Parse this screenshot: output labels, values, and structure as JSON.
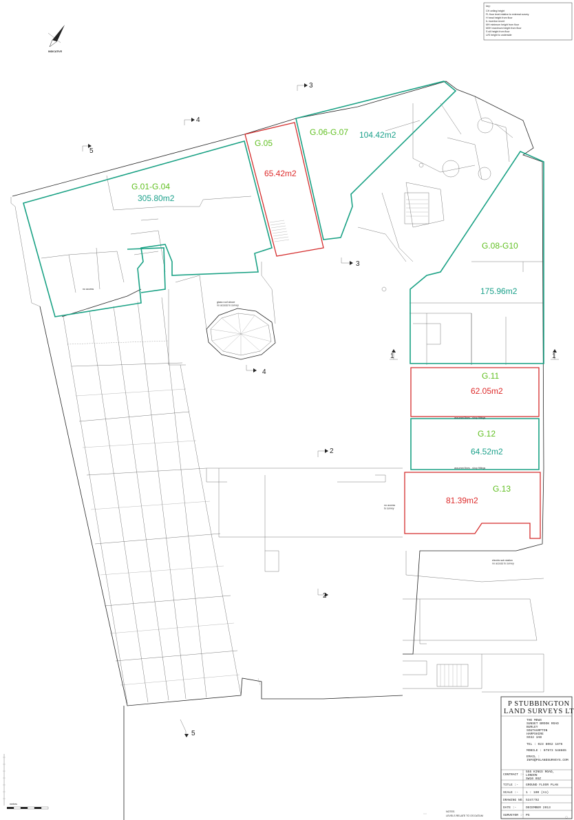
{
  "units": [
    {
      "id": "g01",
      "name": "G.01-G.04",
      "area": "305.80m2",
      "area_color": "green"
    },
    {
      "id": "g05",
      "name": "G.05",
      "area": "65.42m2",
      "area_color": "red"
    },
    {
      "id": "g06",
      "name": "G.06-G.07",
      "area": "104.42m2",
      "area_color": "green"
    },
    {
      "id": "g08",
      "name": "G.08-G10",
      "area": "175.96m2",
      "area_color": "green"
    },
    {
      "id": "g11",
      "name": "G.11",
      "area": "62.05m2",
      "area_color": "red"
    },
    {
      "id": "g12",
      "name": "G.12",
      "area": "64.52m2",
      "area_color": "green"
    },
    {
      "id": "g13",
      "name": "G.13",
      "area": "81.39m2",
      "area_color": "red"
    }
  ],
  "section_markers": [
    "3",
    "4",
    "5",
    "3",
    "4",
    "2",
    "2",
    "1",
    "1",
    "5"
  ],
  "room_notes": [
    "no access",
    "glass roof above\nno access to survey",
    "no access\nto survey",
    "electric sub station\nno access to survey",
    "assumed lines - shop fittings",
    "assumed lines - shop fittings"
  ],
  "key": {
    "title": "key:",
    "lines": [
      "CH   ceiling height",
      "FL   floor level relative to external survey",
      "H    head height from floor",
      "IL   invertion invert",
      "MH   minimum height from floor",
      "MXH  maximum height from floor",
      "S    sill height from floor",
      "U/S  height to underside"
    ]
  },
  "north_label": "INDICATIVE",
  "title_block": {
    "company_line1": "P  STUBBINGTON",
    "company_line2": "LAND SURVEYS LTD",
    "address": [
      "THE MEWS",
      "SUNSET BROOK ROAD",
      "BURLEY",
      "SOUTHAMPTON",
      "HAMPSHIRE",
      "SO32 3AB"
    ],
    "tel": "TEL : 023 8062 1876",
    "mobile": "MOBILE : 07973 548665",
    "email_label": "EMAIL :",
    "email": "INFO@PSLANDSURVEYS.COM",
    "contract_label": "CONTRACT :-",
    "contract": [
      "555 KINGS ROAD,",
      "LONDON",
      "SW10 0SZ"
    ],
    "title_label": "TITLE :-",
    "title": "GROUND FLOOR PLAN",
    "scale_label": "SCALE :-",
    "scale": "1 : 100 (A1)",
    "drawing_label": "DRAWING NO.",
    "drawing": "5347/02",
    "date_label": "DATE :-",
    "date": "DECEMBER 2013",
    "surveyor_label": "SURVEYOR :-",
    "surveyor": "PS"
  },
  "notes": [
    "NOTES",
    "LEVELS RELATE TO OS DATUM"
  ],
  "scale_bar_label": "metres"
}
